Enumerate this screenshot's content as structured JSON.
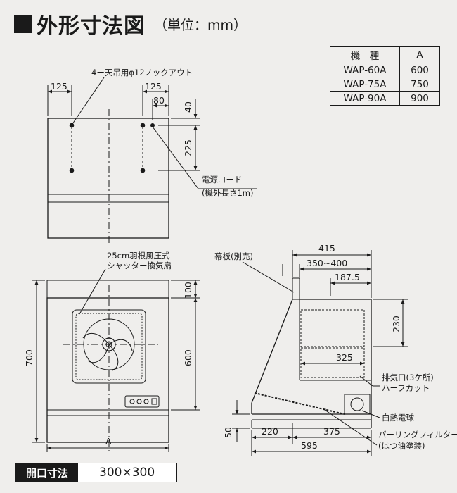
{
  "title": {
    "main": "外形寸法図",
    "unit": "（単位：mm）"
  },
  "model_table": {
    "headers": [
      "機　種",
      "A"
    ],
    "rows": [
      {
        "model": "WAP-60A",
        "a": "600"
      },
      {
        "model": "WAP-75A",
        "a": "750"
      },
      {
        "model": "WAP-90A",
        "a": "900"
      }
    ]
  },
  "top_view": {
    "knockout_label": "4ー天吊用φ12ノックアウト",
    "dims": {
      "left": "125",
      "right": "125",
      "offset": "80",
      "top": "40",
      "vertical": "225"
    },
    "cord_label_1": "電源コード",
    "cord_label_2": "(機外長さ1m)"
  },
  "front_view": {
    "fan_label_1": "25cm羽根風圧式",
    "fan_label_2": "シャッター換気扇",
    "dims": {
      "height": "700",
      "top": "100",
      "inner": "600",
      "width": "A"
    }
  },
  "side_view": {
    "curtain_label": "幕板(別売)",
    "dims": {
      "w415": "415",
      "range": "350~400",
      "w187": "187.5",
      "h230": "230",
      "w325": "325",
      "h50": "50",
      "w220": "220",
      "w375": "375",
      "w595": "595"
    },
    "exhaust_label_1": "排気口(3ケ所)",
    "exhaust_label_2": "ハーフカット",
    "lamp_label": "白熱電球",
    "filter_label_1": "パーリングフィルター",
    "filter_label_2": "(はつ油塗装)"
  },
  "opening": {
    "label": "開口寸法",
    "value": "300×300"
  }
}
